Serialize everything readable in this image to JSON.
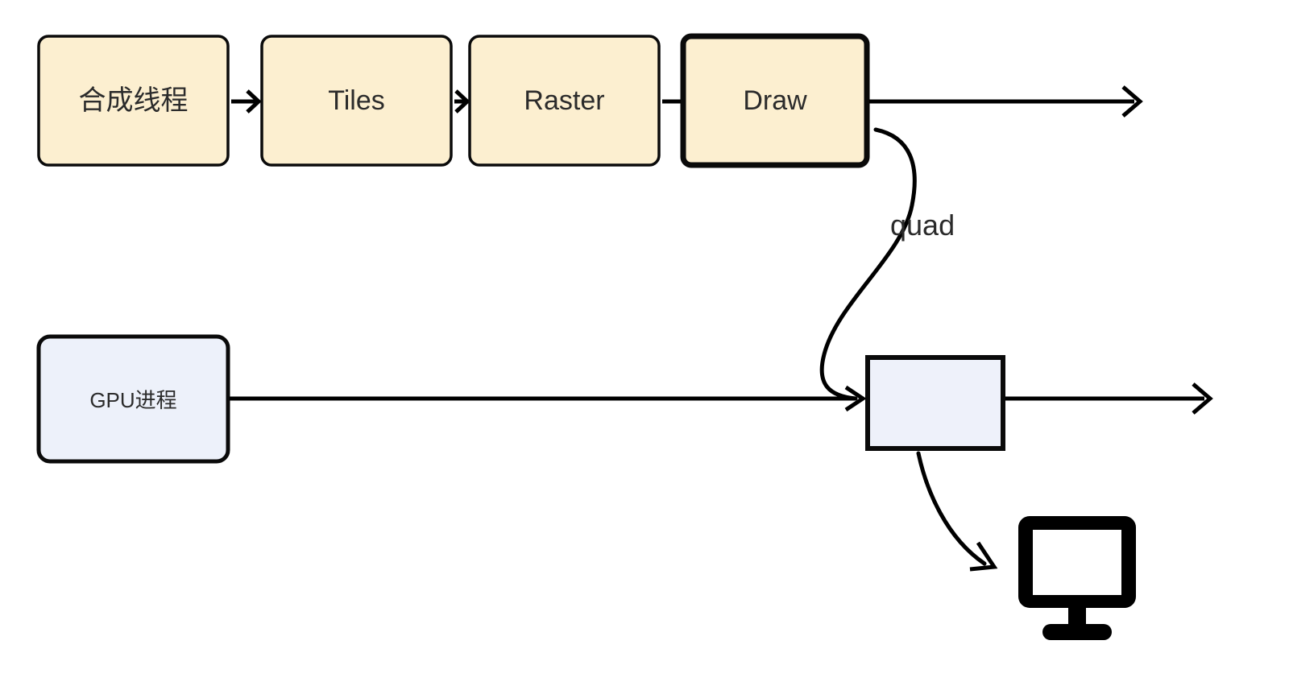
{
  "diagram": {
    "title": "Compositor thread to GPU process rendering pipeline",
    "background_color": "#ffffff",
    "palette": {
      "cream_fill": "#fcefd0",
      "lavender_fill": "#edf1fa",
      "stroke": "#0a0a0a",
      "text": "#2b2b2b"
    },
    "pipeline_nodes": [
      {
        "id": "composite-thread",
        "label": "合成线程",
        "fill": "#fcefd0",
        "emphasis": false
      },
      {
        "id": "tiles",
        "label": "Tiles",
        "fill": "#fcefd0",
        "emphasis": false
      },
      {
        "id": "raster",
        "label": "Raster",
        "fill": "#fcefd0",
        "emphasis": false
      },
      {
        "id": "draw",
        "label": "Draw",
        "fill": "#fcefd0",
        "emphasis": true
      }
    ],
    "process_nodes": [
      {
        "id": "gpu-process",
        "label": "GPU进程",
        "fill": "#edf1fa"
      },
      {
        "id": "gpu-task",
        "label": "",
        "fill": "#edf1fa"
      }
    ],
    "edges": [
      {
        "id": "composite-to-tiles",
        "label": "",
        "arrow": true
      },
      {
        "id": "tiles-to-raster",
        "label": "",
        "arrow": true
      },
      {
        "id": "raster-to-draw",
        "label": "",
        "arrow": false
      },
      {
        "id": "draw-timeline",
        "label": "",
        "arrow": true
      },
      {
        "id": "draw-to-gpu-task",
        "label": "quad",
        "arrow": true
      },
      {
        "id": "gpu-timeline-in",
        "label": "",
        "arrow": true
      },
      {
        "id": "gpu-timeline-out",
        "label": "",
        "arrow": true
      },
      {
        "id": "gpu-task-to-display",
        "label": "",
        "arrow": true
      }
    ],
    "icons": [
      {
        "id": "display-monitor",
        "name": "monitor-icon"
      }
    ]
  }
}
